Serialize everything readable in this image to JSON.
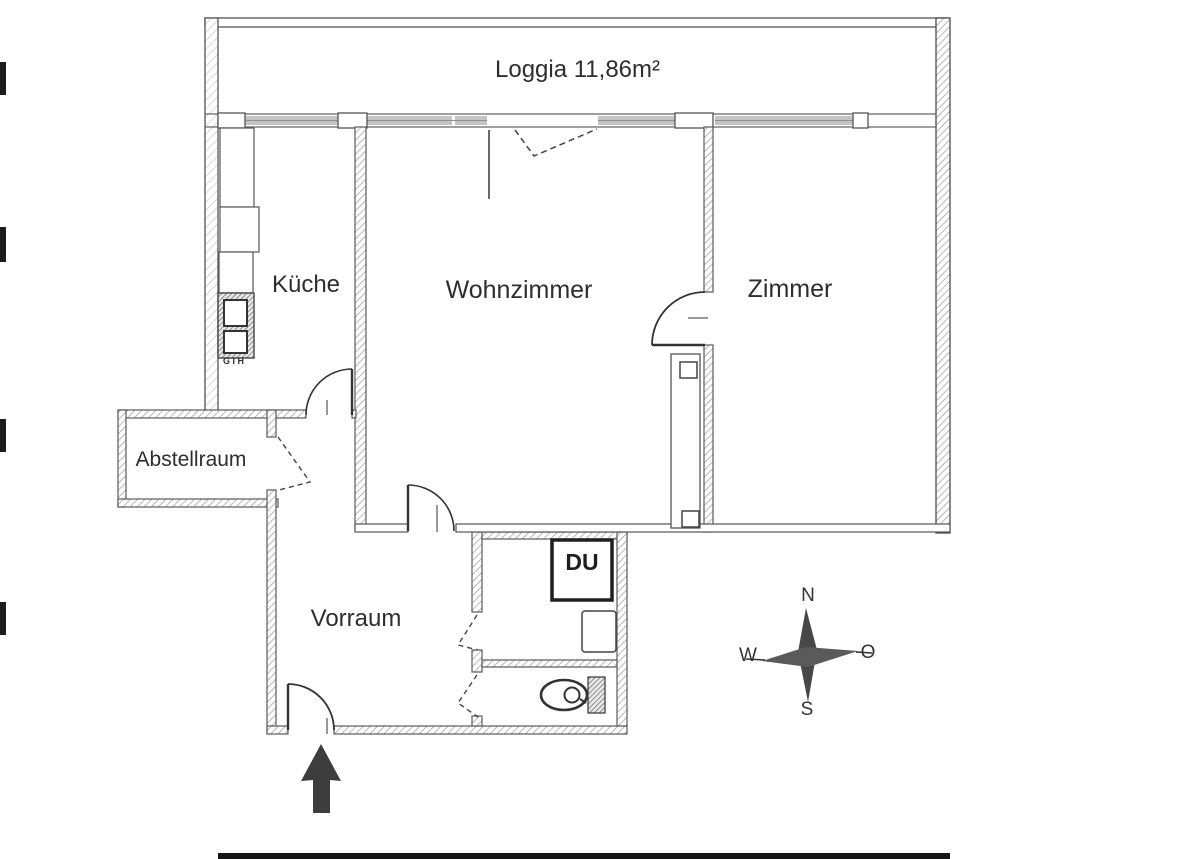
{
  "document": {
    "type": "apartment floor plan (scanned)"
  },
  "rooms": {
    "loggia": "Loggia 11,86m²",
    "kueche": "Küche",
    "wohnzimmer": "Wohnzimmer",
    "zimmer": "Zimmer",
    "abstellraum": "Abstellraum",
    "vorraum": "Vorraum",
    "shower": "DU",
    "boiler": "GTH"
  },
  "compass": {
    "north": "N",
    "east": "O",
    "south": "S",
    "west": "W"
  },
  "colors": {
    "paper": "#ffffff",
    "ink": "#2e2e2e",
    "wall_line": "#555555",
    "window_fill": "#c4c4c4",
    "dark_fill": "#3d3d3d"
  }
}
